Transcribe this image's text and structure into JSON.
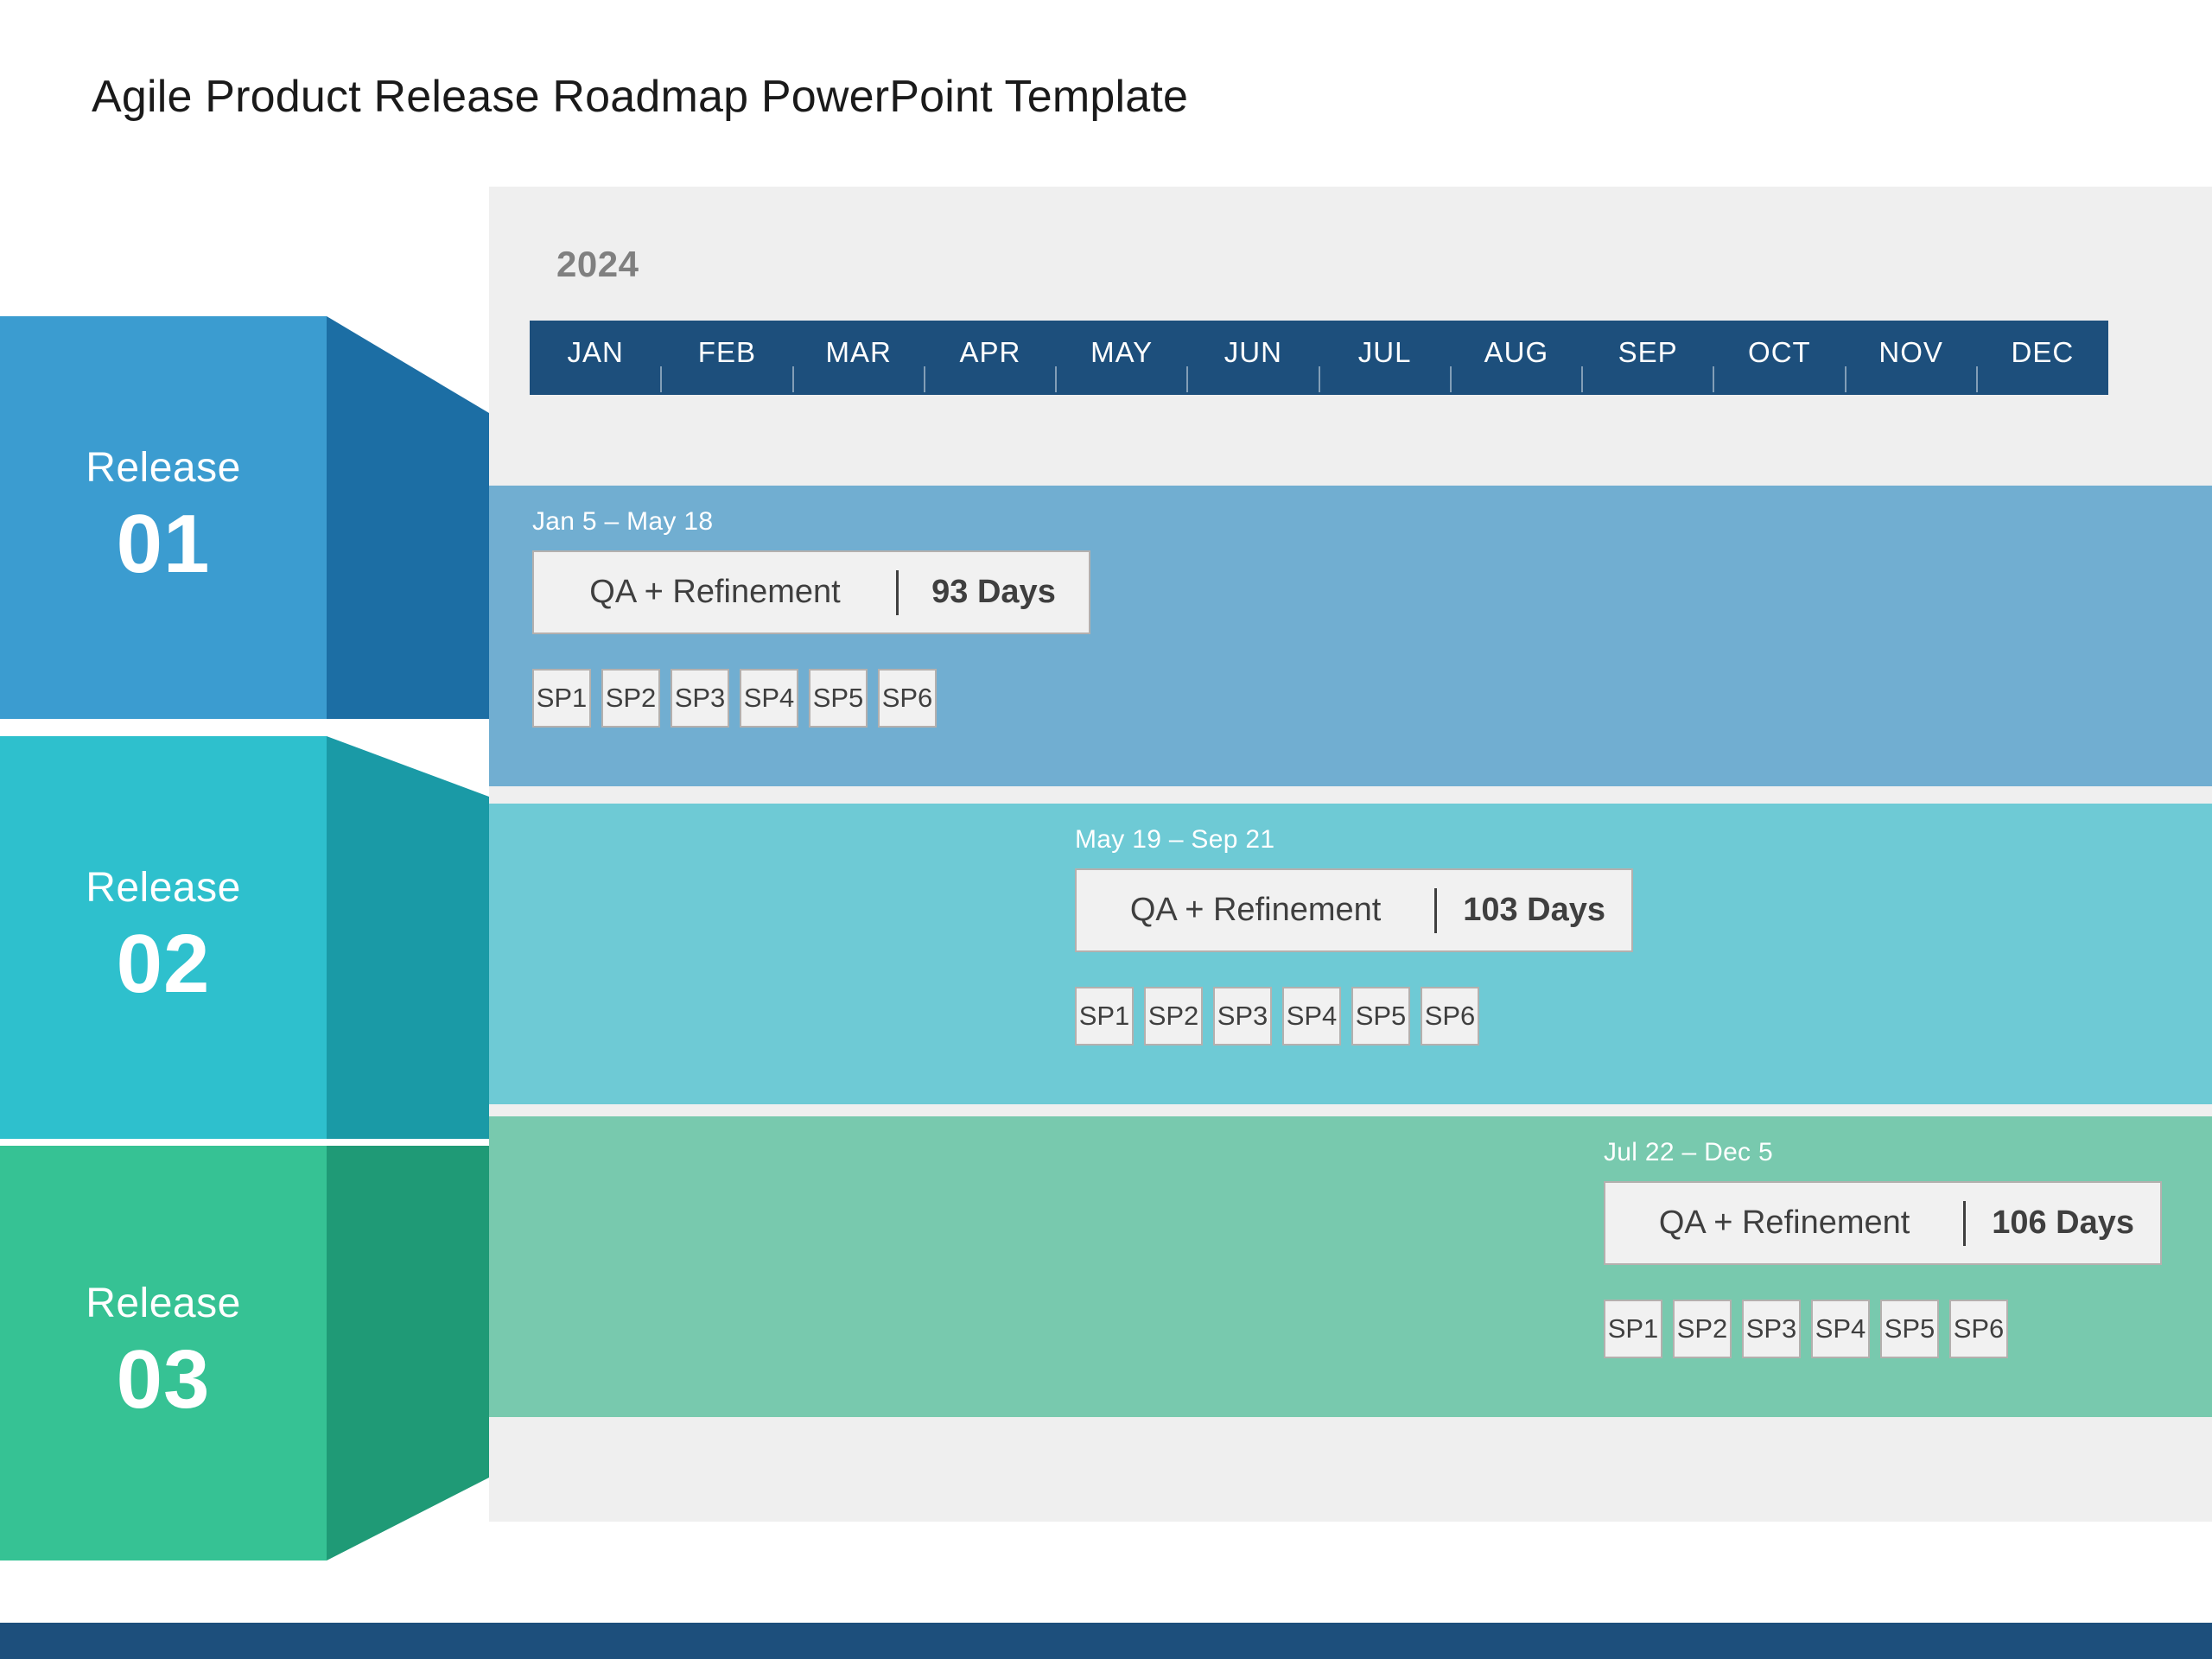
{
  "page": {
    "title": "Agile Product Release Roadmap PowerPoint Template",
    "footer_color": "#1d4f7c",
    "panel_color": "#efefef"
  },
  "timeline": {
    "year": "2024",
    "bar_color": "#1d4f7c",
    "months": [
      "JAN",
      "FEB",
      "MAR",
      "APR",
      "MAY",
      "JUN",
      "JUL",
      "AUG",
      "SEP",
      "OCT",
      "NOV",
      "DEC"
    ]
  },
  "releases": [
    {
      "word": "Release",
      "number": "01",
      "block_color": "#3b9cd0",
      "block_side_color": "#1c6ea4",
      "bar_color": "#71aed1",
      "date_range": "Jan 5 – May 18",
      "qa_label": "QA + Refinement",
      "days": "93 Days",
      "sprints": [
        "SP1",
        "SP2",
        "SP3",
        "SP4",
        "SP5",
        "SP6"
      ]
    },
    {
      "word": "Release",
      "number": "02",
      "block_color": "#2ec0cd",
      "block_side_color": "#1a9aa6",
      "bar_color": "#6ecad5",
      "date_range": "May 19 – Sep 21",
      "qa_label": "QA + Refinement",
      "days": "103 Days",
      "sprints": [
        "SP1",
        "SP2",
        "SP3",
        "SP4",
        "SP5",
        "SP6"
      ]
    },
    {
      "word": "Release",
      "number": "03",
      "block_color": "#36c294",
      "block_side_color": "#1f9a76",
      "bar_color": "#78c9ae",
      "date_range": "Jul 22 – Dec 5",
      "qa_label": "QA + Refinement",
      "days": "106 Days",
      "sprints": [
        "SP1",
        "SP2",
        "SP3",
        "SP4",
        "SP5",
        "SP6"
      ]
    }
  ]
}
